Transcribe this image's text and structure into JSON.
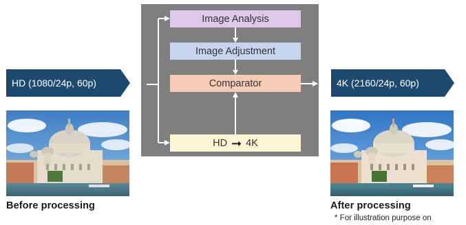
{
  "input_label": "HD (1080/24p, 60p)",
  "output_label": "4K (2160/24p, 60p)",
  "steps": {
    "analysis": "Image Analysis",
    "adjustment": "Image Adjustment",
    "comparator": "Comparator",
    "upscale_from": "HD",
    "upscale_arrow": "➞",
    "upscale_to": "4K"
  },
  "captions": {
    "before": "Before processing",
    "after": "After processing",
    "note": "* For illustration purpose on"
  },
  "colors": {
    "panel": "#7f7f7f",
    "label_arrow": "#1e4a70",
    "analysis": "#dcc8e8",
    "adjustment": "#c6d4ee",
    "comparator": "#f7ccb6",
    "upscale": "#fbf6d4"
  }
}
